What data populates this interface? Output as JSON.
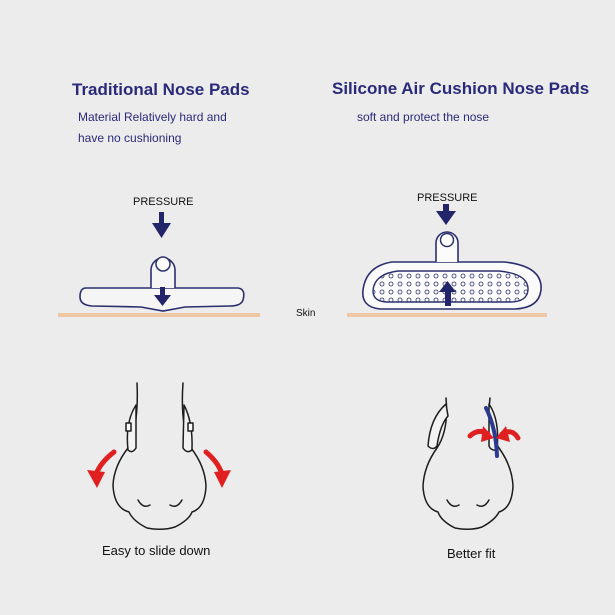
{
  "left_panel": {
    "title": "Traditional Nose Pads",
    "desc_line1": "Material Relatively hard and",
    "desc_line2": "have no cushioning",
    "pressure_label": "PRESSURE",
    "caption": "Easy to slide down"
  },
  "right_panel": {
    "title": "Silicone Air Cushion Nose Pads",
    "desc": "soft and protect the nose",
    "pressure_label": "PRESSURE",
    "caption": "Better fit"
  },
  "skin_label": "Skin",
  "colors": {
    "title_navy": "#2b2a7a",
    "pad_outline": "#2b2f6e",
    "arrow_navy": "#23256b",
    "skin_line": "#f0c7a3",
    "red_arrow": "#e02020",
    "background": "#ececec"
  },
  "icons": [
    "pressure-arrow-icon",
    "pressure-up-arrow-icon",
    "slide-arrow-icon",
    "fit-arrow-icon"
  ]
}
